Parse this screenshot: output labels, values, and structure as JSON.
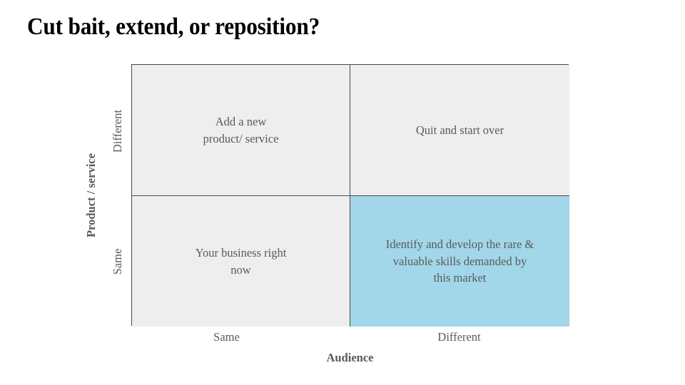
{
  "slide": {
    "title": "Cut bait, extend, or reposition?",
    "background_color": "#ffffff"
  },
  "colors": {
    "cell_default": "#eeeeee",
    "cell_highlight": "#a1d7e8",
    "border": "#4a4a4a",
    "text": "#5a5a5a",
    "title_text": "#000000"
  },
  "chart_data": {
    "type": "table",
    "title": "Cut bait, extend, or reposition?",
    "xlabel": "Audience",
    "ylabel": "Product / service",
    "x_categories": [
      "Same",
      "Different"
    ],
    "y_categories": [
      "Same",
      "Different"
    ],
    "grid": true,
    "legend": "none",
    "cells": [
      {
        "row": "Different",
        "column": "Same",
        "text": "Add a new\nproduct/ service",
        "highlighted": false,
        "fill": "#eeeeee"
      },
      {
        "row": "Different",
        "column": "Different",
        "text": "Quit and start over",
        "highlighted": false,
        "fill": "#eeeeee"
      },
      {
        "row": "Same",
        "column": "Same",
        "text": "Your business right\nnow",
        "highlighted": false,
        "fill": "#eeeeee"
      },
      {
        "row": "Same",
        "column": "Different",
        "text": "Identify and develop the rare &\nvaluable skills demanded by\nthis market",
        "highlighted": true,
        "fill": "#a1d7e8"
      }
    ]
  },
  "axes": {
    "y": {
      "title": "Product / service",
      "ticks": {
        "top": "Different",
        "bottom": "Same"
      }
    },
    "x": {
      "title": "Audience",
      "ticks": {
        "left": "Same",
        "right": "Different"
      }
    }
  }
}
